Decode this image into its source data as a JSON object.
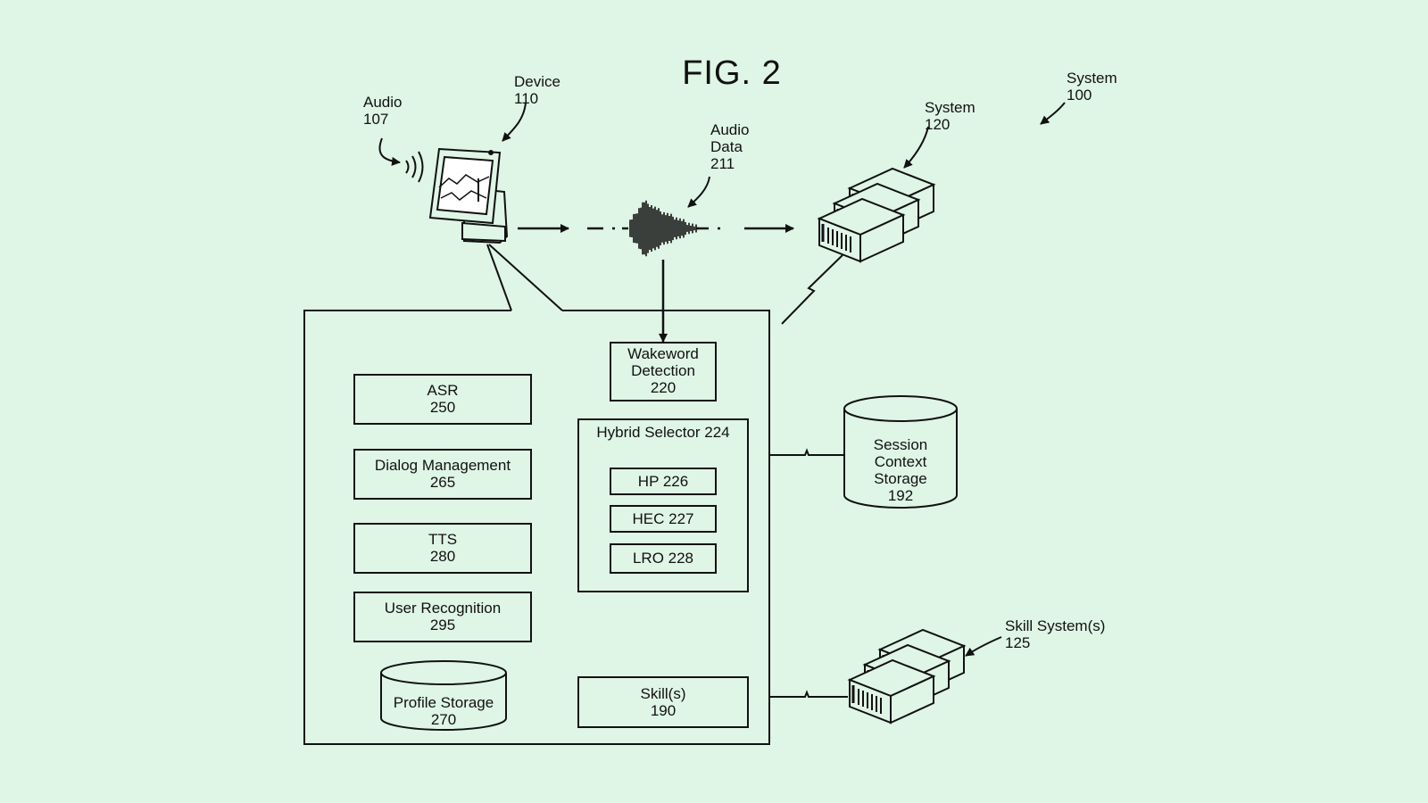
{
  "figure": {
    "title": "FIG. 2"
  },
  "labels": {
    "system_100": [
      "System",
      "100"
    ],
    "system_120": [
      "System",
      "120"
    ],
    "device": [
      "Device",
      "110"
    ],
    "audio": [
      "Audio",
      "107"
    ],
    "audio_data": [
      "Audio",
      "Data",
      "211"
    ],
    "skill_systems": [
      "Skill System(s)",
      "125"
    ]
  },
  "components": {
    "asr": [
      "ASR",
      "250"
    ],
    "dialog": [
      "Dialog Management",
      "265"
    ],
    "tts": [
      "TTS",
      "280"
    ],
    "user_recognition": [
      "User Recognition",
      "295"
    ],
    "profile_storage": [
      "Profile Storage",
      "270"
    ],
    "wakeword": [
      "Wakeword",
      "Detection",
      "220"
    ],
    "hybrid_selector": "Hybrid Selector 224",
    "hp": "HP 226",
    "hec": "HEC 227",
    "lro": "LRO 228",
    "skills": [
      "Skill(s)",
      "190"
    ],
    "session_context": [
      "Session",
      "Context",
      "Storage",
      "192"
    ]
  },
  "colors": {
    "background": "#dff5e6",
    "ink": "#111111"
  }
}
